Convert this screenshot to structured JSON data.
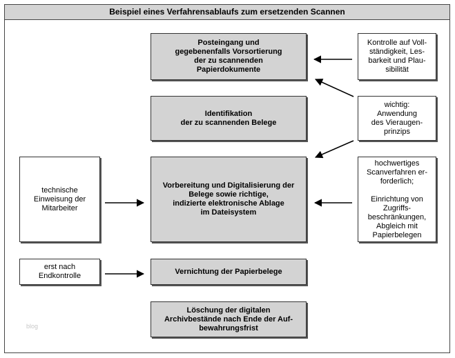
{
  "title": "Beispiel eines Verfahrensablaufs zum ersetzenden Scannen",
  "main_boxes": [
    {
      "id": "posteingang",
      "text": "Posteingang und\ngegebenenfalls Vorsortierung\nder zu scannenden\nPapierdokumente"
    },
    {
      "id": "identifikation",
      "text": "Identifikation\nder zu scannenden Belege"
    },
    {
      "id": "digitalisierung",
      "text": "Vorbereitung und Digitalisierung der\nBelege sowie richtige,\nindizierte elektronische Ablage\nim Dateisystem"
    },
    {
      "id": "vernichtung",
      "text": "Vernichtung der Papierbelege"
    },
    {
      "id": "loeschung",
      "text": "Löschung der digitalen\nArchivbestände nach Ende der Auf-\nbewahrungsfrist"
    }
  ],
  "left_boxes": [
    {
      "id": "einweisung",
      "text": "technische\nEinweisung der\nMitarbeiter"
    },
    {
      "id": "endkontrolle",
      "text": "erst nach\nEndkontrolle"
    }
  ],
  "right_boxes": [
    {
      "id": "kontrolle",
      "text": "Kontrolle auf Voll-\nständigkeit, Les-\nbarkeit und Plau-\nsibilität"
    },
    {
      "id": "vieraugen",
      "text": "wichtig:\nAnwendung\ndes Vieraugen-\nprinzips"
    },
    {
      "id": "scanverfahren",
      "text": "hochwertiges\nScanverfahren er-\nforderlich;\n\nEinrichtung von\nZugriffs-\nbeschränkungen,\nAbgleich mit\nPapierbelegen"
    }
  ],
  "watermark": "blog",
  "colors": {
    "main_fill": "#d3d3d3",
    "title_fill": "#d4d4d4",
    "border": "#333333"
  }
}
